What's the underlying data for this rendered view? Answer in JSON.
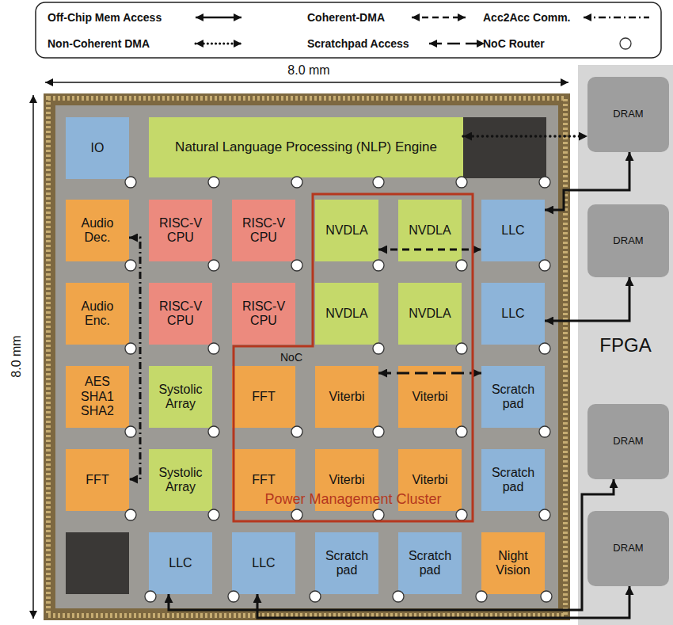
{
  "diagram": {
    "nodes": [
      {
        "text": [
          "IO"
        ]
      },
      {
        "text": [
          "Natural Language Processing (NLP) Engine"
        ]
      },
      {
        "text": [
          "Audio Dec."
        ]
      },
      {
        "text": [
          "RISC-V CPU"
        ]
      },
      {
        "text": [
          "RISC-V CPU"
        ]
      },
      {
        "text": [
          "Power Management Cluster"
        ]
      },
      {
        "text": [
          "NVDLA"
        ],
        "in": 5
      },
      {
        "text": [
          "NVDLA"
        ],
        "in": 5
      },
      {
        "text": [
          "LLC"
        ]
      },
      {
        "text": [
          "Audio Enc."
        ]
      },
      {
        "text": [
          "RISC-V CPU"
        ]
      },
      {
        "text": [
          "RISC-V CPU"
        ]
      },
      {
        "text": [
          "NVDLA"
        ],
        "in": 5
      },
      {
        "text": [
          "NVDLA"
        ],
        "in": 5
      },
      {
        "text": [
          "LLC"
        ]
      },
      {
        "text": [
          "AES SHA1 SHA2"
        ]
      },
      {
        "text": [
          "Systolic Array"
        ]
      },
      {
        "text": [
          "FFT"
        ],
        "in": 5
      },
      {
        "text": [
          "Viterbi"
        ],
        "in": 5
      },
      {
        "text": [
          "Viterbi"
        ],
        "in": 5
      },
      {
        "text": [
          "Scratch pad"
        ]
      },
      {
        "text": [
          "FFT"
        ]
      },
      {
        "text": [
          "Systolic Array"
        ]
      },
      {
        "text": [
          "FFT"
        ],
        "in": 5
      },
      {
        "text": [
          "Viterbi"
        ],
        "in": 5
      },
      {
        "text": [
          "Viterbi"
        ],
        "in": 5
      },
      {
        "text": [
          "Scratch pad"
        ]
      },
      {
        "text": [
          "LLC"
        ]
      },
      {
        "text": [
          "LLC"
        ]
      },
      {
        "text": [
          "Scratch pad"
        ]
      },
      {
        "text": [
          "Scratch pad"
        ]
      },
      {
        "text": [
          "Night Vision"
        ]
      },
      {
        "text": [
          "FPGA"
        ]
      },
      {
        "text": [
          "DRAM"
        ],
        "in": 32
      },
      {
        "text": [
          "DRAM"
        ],
        "in": 32
      },
      {
        "text": [
          "DRAM"
        ],
        "in": 32
      },
      {
        "text": [
          "DRAM"
        ],
        "in": 32
      }
    ],
    "edges": [
      {
        "from": 1,
        "to": 33,
        "arrow": "both"
      },
      {
        "from": 8,
        "to": 33,
        "arrow": "both"
      },
      {
        "from": 14,
        "to": 34,
        "arrow": "both"
      },
      {
        "from": 27,
        "to": 35,
        "arrow": "both"
      },
      {
        "from": 28,
        "to": 36,
        "arrow": "both"
      },
      {
        "from": 6,
        "to": 8,
        "arrow": "both"
      },
      {
        "from": 18,
        "to": 20,
        "arrow": "both"
      },
      {
        "from": 2,
        "to": 21,
        "arrow": "both"
      }
    ],
    "labels": [
      "8.0 mm",
      "8.0 mm",
      "NoC"
    ],
    "legend": [
      {
        "text": "Off-Chip Mem Access"
      },
      {
        "text": "Coherent-DMA"
      },
      {
        "text": "Acc2Acc Comm."
      },
      {
        "text": "Non-Coherent DMA"
      },
      {
        "text": "Scratchpad Access"
      },
      {
        "text": "NoC Router"
      }
    ]
  }
}
